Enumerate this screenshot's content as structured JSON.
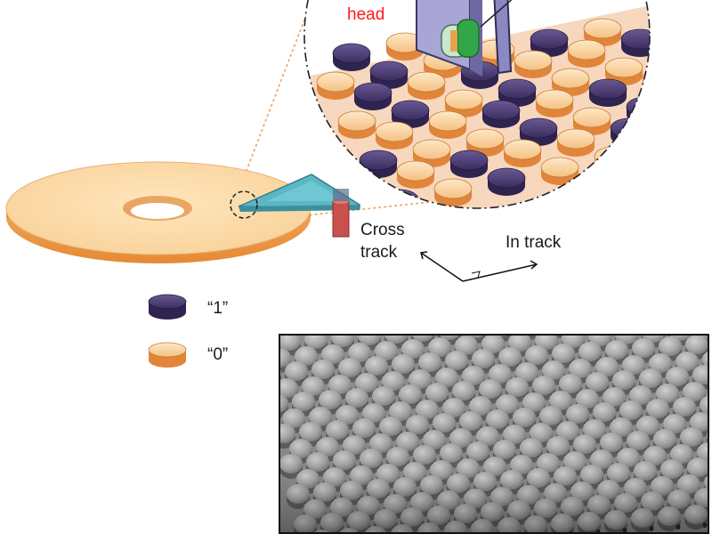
{
  "labels": {
    "head": "head",
    "cross_track_line1": "Cross",
    "cross_track_line2": "track",
    "in_track": "In track",
    "bit_one": "“1”",
    "bit_zero": "“0”"
  },
  "colors": {
    "bit_one": "#4b3a73",
    "bit_zero": "#f2b774",
    "disk": "#fbd9a3",
    "head_text": "#ff1a1a"
  }
}
